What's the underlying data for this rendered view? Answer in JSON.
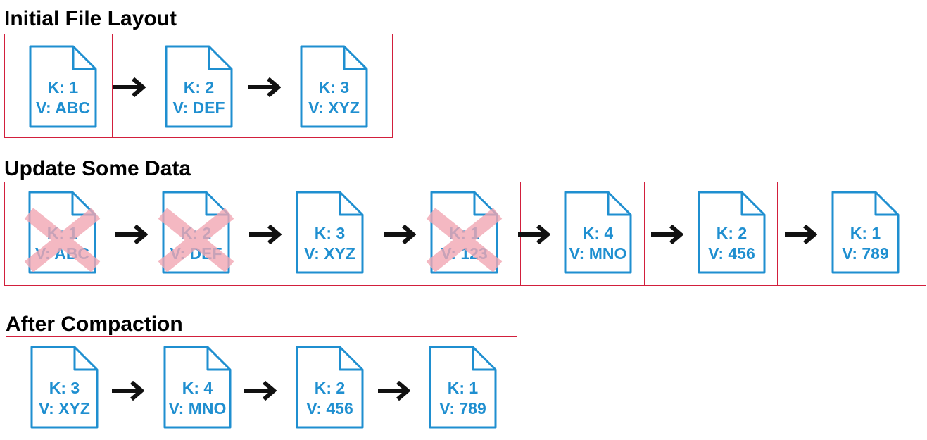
{
  "sections": [
    {
      "title": "Initial File Layout",
      "records": [
        {
          "key": "K: 1",
          "value": "V: ABC",
          "deleted": false
        },
        {
          "key": "K: 2",
          "value": "V: DEF",
          "deleted": false
        },
        {
          "key": "K: 3",
          "value": "V: XYZ",
          "deleted": false
        }
      ]
    },
    {
      "title": "Update Some Data",
      "records": [
        {
          "key": "K: 1",
          "value": "V: ABC",
          "deleted": true
        },
        {
          "key": "K: 2",
          "value": "V: DEF",
          "deleted": true
        },
        {
          "key": "K: 3",
          "value": "V: XYZ",
          "deleted": false
        },
        {
          "key": "K: 1",
          "value": "V: 123",
          "deleted": true
        },
        {
          "key": "K: 4",
          "value": "V: MNO",
          "deleted": false
        },
        {
          "key": "K: 2",
          "value": "V: 456",
          "deleted": false
        },
        {
          "key": "K: 1",
          "value": "V: 789",
          "deleted": false
        }
      ]
    },
    {
      "title": "After Compaction",
      "records": [
        {
          "key": "K: 3",
          "value": "V: XYZ",
          "deleted": false
        },
        {
          "key": "K: 4",
          "value": "V: MNO",
          "deleted": false
        },
        {
          "key": "K: 2",
          "value": "V: 456",
          "deleted": false
        },
        {
          "key": "K: 1",
          "value": "V: 789",
          "deleted": false
        }
      ]
    }
  ],
  "colors": {
    "file_border": "#d21f3c",
    "document": "#1f8fd0",
    "delete_mark": "#f2a7b3",
    "arrow": "#111111",
    "title": "#000000"
  },
  "icons": {
    "record": "document-icon",
    "deleted": "x-mark-icon",
    "link": "arrow-right-icon"
  }
}
